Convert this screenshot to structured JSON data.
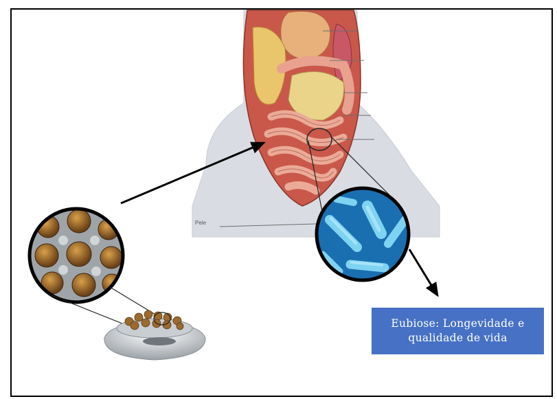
{
  "caption": {
    "text": "Eubiose: Longevidade e\nqualidade de vida"
  },
  "anatomy_label": "Pele",
  "colors": {
    "caption_bg": "#4771c4",
    "caption_text": "#ffffff",
    "skin": "#d9dde3",
    "intestine": "#e7a48f",
    "bacteria_bg": "#1a6fb0",
    "bacteria": "#7fd3f2"
  },
  "icons": [
    "intestine-illustration",
    "kibble-magnified-icon",
    "pet-food-bowl-icon",
    "bacteria-magnified-icon",
    "arrow-icon"
  ]
}
